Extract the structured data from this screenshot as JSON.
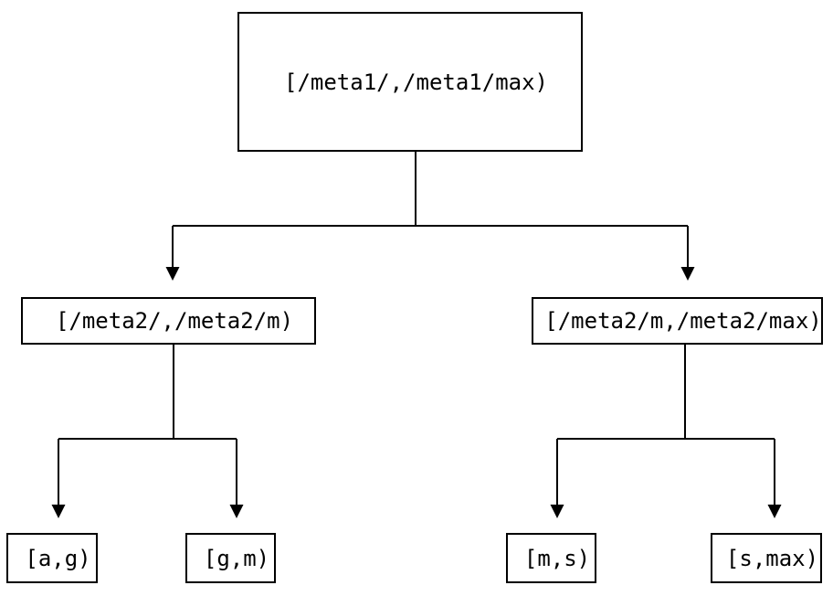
{
  "diagram": {
    "kind": "interval-partition-tree",
    "background_color": "#ffffff",
    "line_color": "#000000",
    "text_color": "#000000",
    "nodes": {
      "root": {
        "label": "[/meta1/,/meta1/max)",
        "children": [
          "meta2_low",
          "meta2_high"
        ]
      },
      "meta2_low": {
        "label": "[/meta2/,/meta2/m)",
        "children": [
          "ag",
          "gm"
        ]
      },
      "meta2_high": {
        "label": "[/meta2/m,/meta2/max)",
        "children": [
          "ms",
          "smax"
        ]
      },
      "ag": {
        "label": "[a,g)",
        "children": []
      },
      "gm": {
        "label": "[g,m)",
        "children": []
      },
      "ms": {
        "label": "[m,s)",
        "children": []
      },
      "smax": {
        "label": "[s,max)",
        "children": []
      }
    }
  }
}
